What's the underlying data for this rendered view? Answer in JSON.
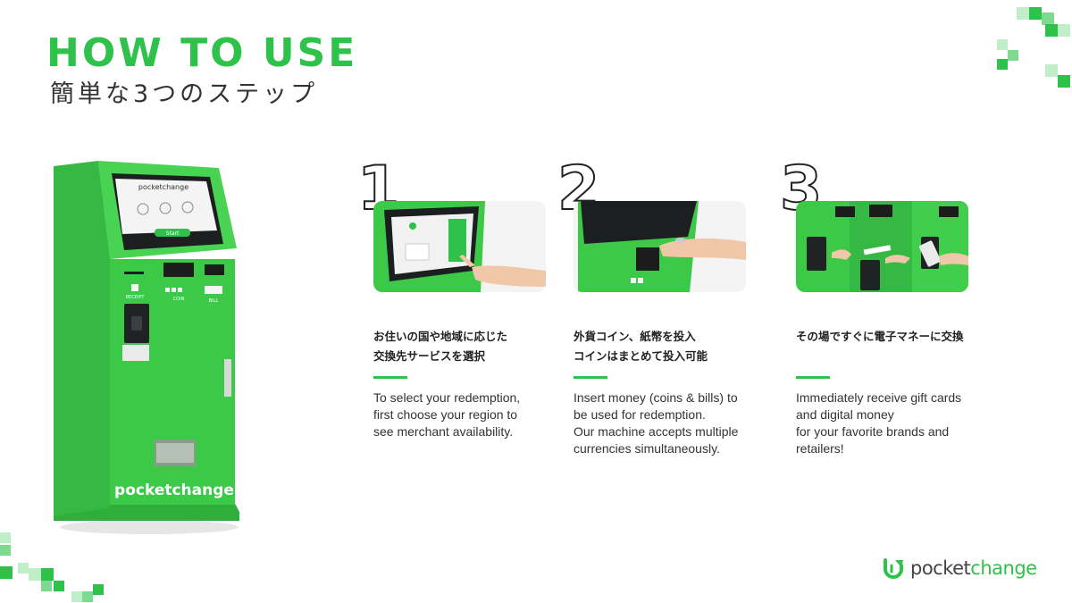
{
  "header": {
    "title": "HOW TO USE",
    "subtitle": "簡単な3つのステップ"
  },
  "kiosk": {
    "brand": "pocketchange",
    "screen_button": "Start",
    "receipt_label": "RECEIPT",
    "coin_label": "COIN",
    "bill_label": "BILL"
  },
  "steps": [
    {
      "number": "1",
      "ja": [
        "お住いの国や地域に応じた",
        "交換先サービスを選択"
      ],
      "en": [
        "To select your redemption,",
        "first choose your region to",
        "see merchant availability."
      ]
    },
    {
      "number": "2",
      "ja": [
        "外貨コイン、紙幣を投入",
        "コインはまとめて投入可能"
      ],
      "en": [
        "Insert money (coins & bills) to",
        "be used for redemption.",
        "Our machine accepts multiple",
        "currencies simultaneously."
      ]
    },
    {
      "number": "3",
      "ja": [
        "その場ですぐに電子マネーに交換"
      ],
      "en": [
        "Immediately receive gift cards",
        "and digital money",
        "for your favorite brands and",
        "retailers!"
      ]
    }
  ],
  "footer": {
    "brand_pocket": "pocket",
    "brand_change": "change"
  },
  "colors": {
    "brand_green": "#2ec24b",
    "machine_green": "#3cc948",
    "text_dark": "#222222"
  }
}
